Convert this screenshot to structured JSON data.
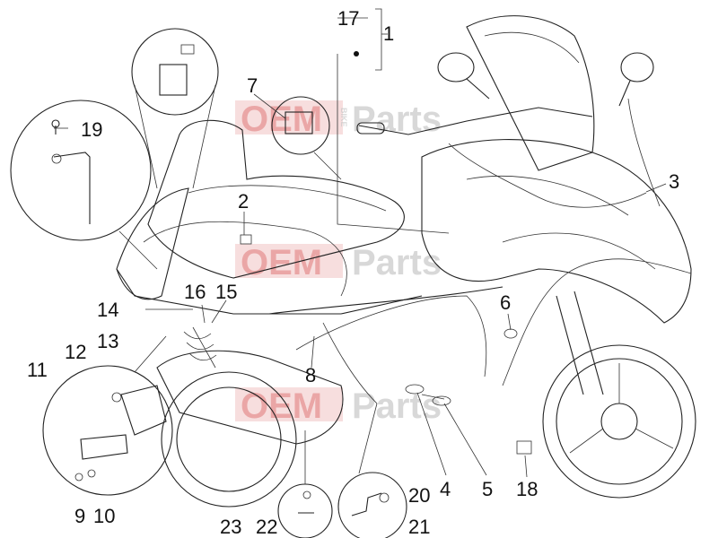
{
  "watermark": {
    "part_a": "OEM",
    "side": "BIKE",
    "part_b": "Parts"
  },
  "callouts": {
    "c1": "1",
    "c2": "2",
    "c3": "3",
    "c4": "4",
    "c5": "5",
    "c6": "6",
    "c7": "7",
    "c8": "8",
    "c9": "9",
    "c10": "10",
    "c11": "11",
    "c12": "12",
    "c13": "13",
    "c14": "14",
    "c15": "15",
    "c16": "16",
    "c17": "17",
    "c18": "18",
    "c19": "19",
    "c20": "20",
    "c21": "21",
    "c22": "22",
    "c23": "23"
  }
}
